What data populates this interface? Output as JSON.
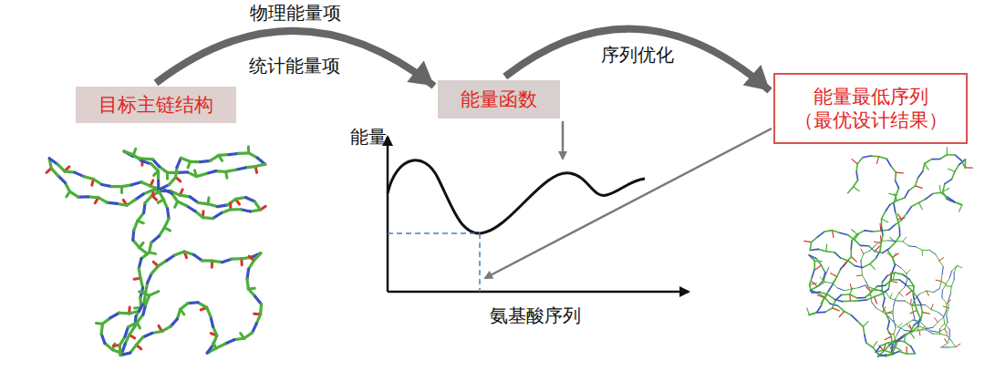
{
  "diagram": {
    "nodes": [
      {
        "text": [
          "目标主链结构"
        ]
      },
      {
        "text": [
          "能量函数"
        ]
      },
      {
        "text": [
          "能量最低序列",
          "（最优设计结果）"
        ]
      }
    ],
    "edges": [
      {
        "from": 0,
        "to": 1,
        "arrow": "to",
        "label": "物理能量项"
      },
      {
        "from": 1,
        "to": 2,
        "arrow": "to",
        "label": "序列优化"
      }
    ],
    "labels": [
      "统计能量项",
      "能量",
      "氨基酸序列"
    ]
  }
}
